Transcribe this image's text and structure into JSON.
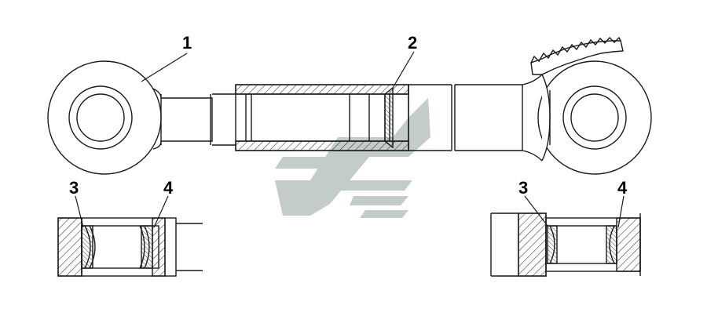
{
  "callouts": {
    "c1": "1",
    "c2": "2",
    "c3_left": "3",
    "c4_left": "4",
    "c3_right": "3",
    "c4_right": "4"
  },
  "colors": {
    "line": "#1a1a1a",
    "hatch": "#333333",
    "watermark": "#b9c4bd",
    "background": "#ffffff"
  },
  "icons": {
    "watermark": "stylized-arrow-logo-watermark",
    "gear_fragment": "toothed-gear-segment"
  }
}
